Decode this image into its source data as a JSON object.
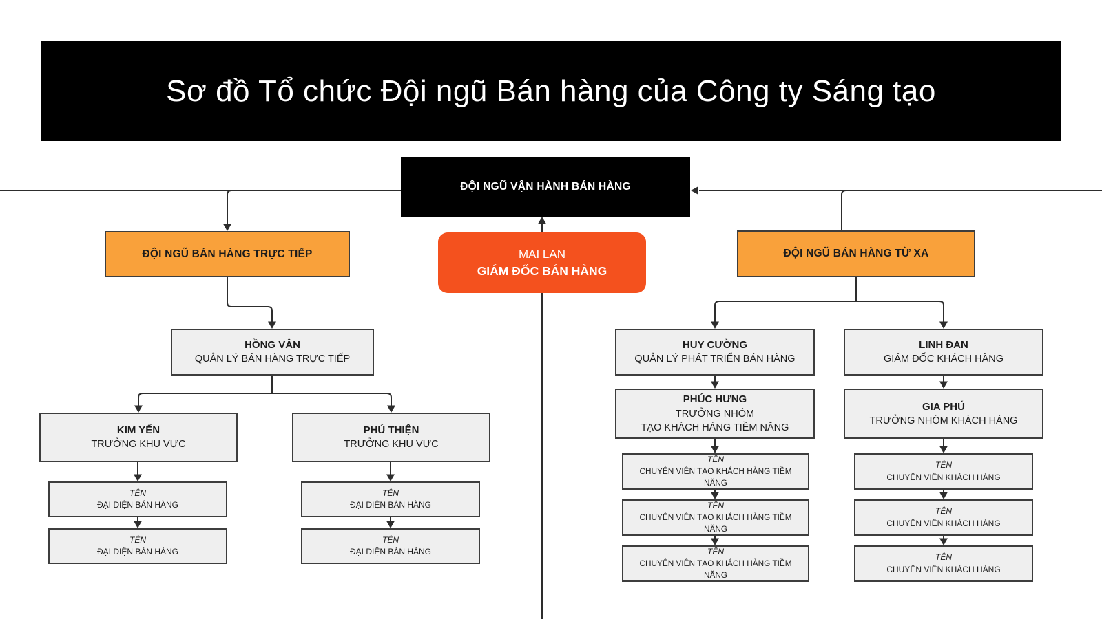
{
  "banner": {
    "title": "Sơ đồ Tổ chức Đội ngũ Bán hàng của Công ty Sáng tạo"
  },
  "org": {
    "operations_team": {
      "label": "ĐỘI NGŨ VẬN HÀNH BÁN HÀNG"
    },
    "sales_director": {
      "name": "MAI LAN",
      "role": "GIÁM ĐỐC BÁN HÀNG"
    },
    "direct_sales_team": {
      "label": "ĐỘI NGŨ BÁN HÀNG TRỰC TIẾP"
    },
    "remote_sales_team": {
      "label": "ĐỘI NGŨ BÁN HÀNG TỪ XA"
    },
    "direct_sales_manager": {
      "name": "HỒNG VÂN",
      "role": "QUẢN LÝ BÁN HÀNG TRỰC TIẾP"
    },
    "area_leads": [
      {
        "name": "KIM YẾN",
        "role": "TRƯỞNG KHU VỰC"
      },
      {
        "name": "PHÚ THIỆN",
        "role": "TRƯỞNG KHU VỰC"
      }
    ],
    "sales_rep_placeholder": {
      "name": "TÊN",
      "role": "ĐẠI DIỆN BÁN HÀNG"
    },
    "sales_development_manager": {
      "name": "HUY CƯỜNG",
      "role": "QUẢN LÝ PHÁT TRIỂN BÁN HÀNG"
    },
    "account_director": {
      "name": "LINH ĐAN",
      "role": "GIÁM ĐỐC KHÁCH HÀNG"
    },
    "lead_generation_team_lead": {
      "name": "PHÚC HƯNG",
      "role_line_1": "TRƯỞNG NHÓM",
      "role_line_2": "TẠO KHÁCH HÀNG TIỀM NĂNG"
    },
    "account_team_lead": {
      "name": "GIA PHÚ",
      "role": "TRƯỞNG NHÓM KHÁCH HÀNG"
    },
    "lead_generation_specialist_placeholder": {
      "name": "TÊN",
      "role": "CHUYÊN VIÊN TẠO KHÁCH HÀNG TIỀM NĂNG"
    },
    "account_specialist_placeholder": {
      "name": "TÊN",
      "role": "CHUYÊN VIÊN KHÁCH HÀNG"
    }
  },
  "colors": {
    "banner_bg": "#000000",
    "operations_bg": "#000000",
    "team_orange": "#F9A13B",
    "director_orange_red": "#F4511E",
    "node_gray": "#EFEFEF",
    "node_border": "#3D3D3D",
    "connector": "#2D2D2D",
    "text_dark": "#1C1C1C",
    "text_light": "#FFFFFF"
  }
}
